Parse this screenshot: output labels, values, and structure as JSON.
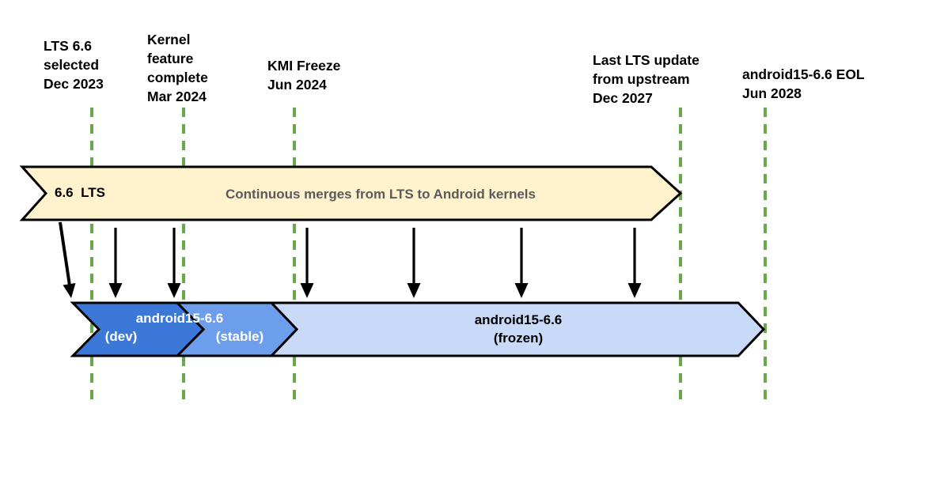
{
  "colors": {
    "lts_banner": "#fff2cc",
    "dev": "#3c78d8",
    "stable": "#6d9eeb",
    "frozen": "#c9daf8",
    "timeline": "#6aa84f",
    "outline": "#000000",
    "merge_text": "#5b5b5b",
    "arrow": "#000000"
  },
  "milestones": [
    {
      "label": "LTS 6.6\nselected\nDec 2023"
    },
    {
      "label": "Kernel\nfeature\ncomplete\nMar 2024"
    },
    {
      "label": "KMI Freeze\nJun 2024"
    },
    {
      "label": "Last LTS update\nfrom upstream\nDec 2027"
    },
    {
      "label": "android15-6.6 EOL\nJun 2028"
    }
  ],
  "lts_banner": {
    "version_tag": "6.6  LTS",
    "description": "Continuous merges from LTS to Android kernels"
  },
  "android_branch": {
    "dev_stable_title": "android15-6.6",
    "dev_label": "(dev)",
    "stable_label": "(stable)",
    "frozen_text": "android15-6.6\n(frozen)"
  }
}
